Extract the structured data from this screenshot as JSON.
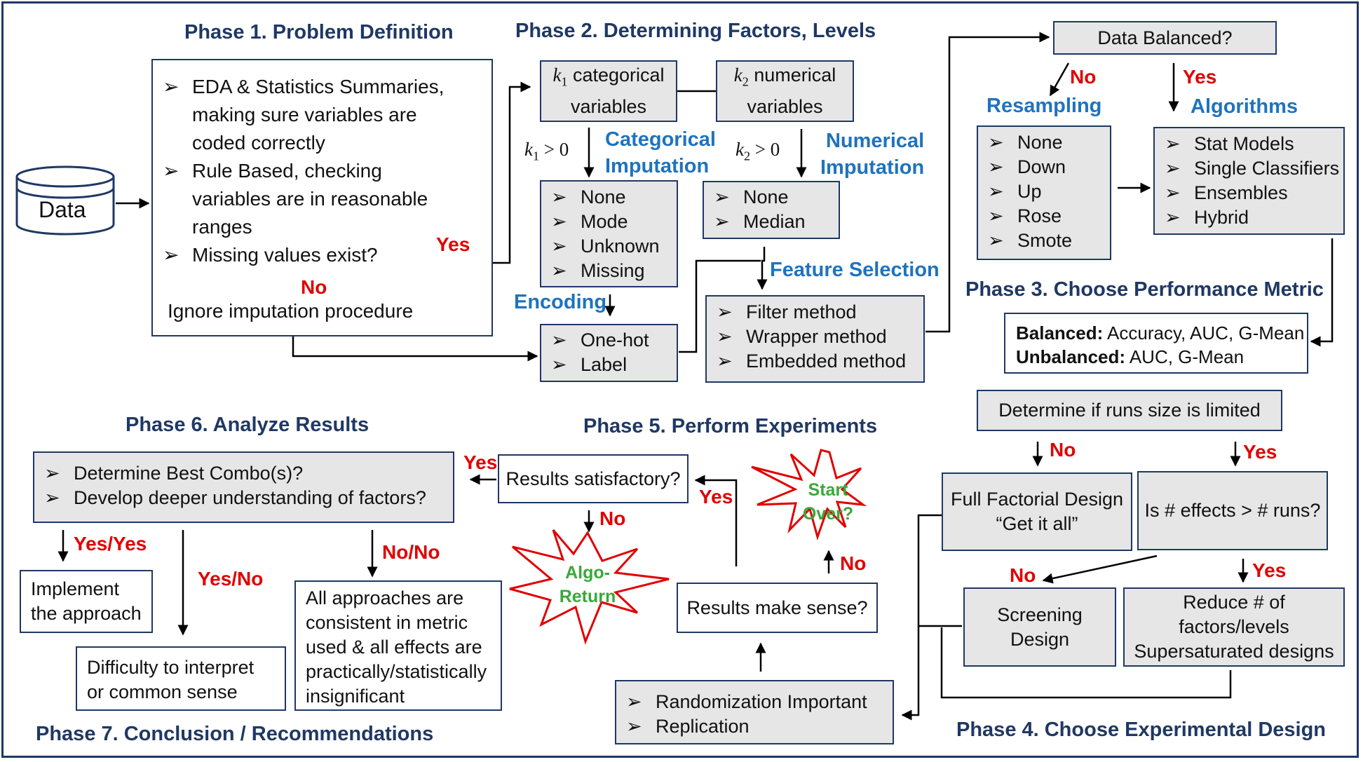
{
  "phases": {
    "p1": "Phase 1. Problem Definition",
    "p2": "Phase 2. Determining Factors, Levels",
    "p3": "Phase 3. Choose Performance Metric",
    "p4": "Phase 4. Choose Experimental Design",
    "p5": "Phase 5. Perform Experiments",
    "p6": "Phase 6. Analyze Results",
    "p7": "Phase 7. Conclusion / Recommendations"
  },
  "data_label": "Data",
  "problem": {
    "items": [
      "EDA & Statistics Summaries,",
      "making sure variables are",
      "coded correctly",
      "Rule Based, checking",
      "variables are in reasonable",
      "ranges",
      "Missing values exist?"
    ],
    "ignore": "Ignore imputation procedure"
  },
  "k1": {
    "var": "k",
    "sub": "1",
    "text": "categorical",
    "text2": "variables",
    "cond_op": "> 0"
  },
  "k2": {
    "var": "k",
    "sub": "2",
    "text": "numerical",
    "text2": "variables",
    "cond_op": "> 0"
  },
  "categorical_imputation": {
    "title1": "Categorical",
    "title2": "Imputation",
    "items": [
      "None",
      "Mode",
      "Unknown",
      "Missing"
    ]
  },
  "numerical_imputation": {
    "title1": "Numerical",
    "title2": "Imputation",
    "items": [
      "None",
      "Median"
    ]
  },
  "encoding": {
    "title": "Encoding",
    "items": [
      "One-hot",
      "Label"
    ]
  },
  "feature_selection": {
    "title": "Feature Selection",
    "items": [
      "Filter method",
      "Wrapper method",
      "Embedded method"
    ]
  },
  "data_balanced": "Data Balanced?",
  "resampling": {
    "title": "Resampling",
    "items": [
      "None",
      "Down",
      "Up",
      "Rose",
      "Smote"
    ]
  },
  "algorithms": {
    "title": "Algorithms",
    "items": [
      "Stat Models",
      "Single Classifiers",
      "Ensembles",
      "Hybrid"
    ]
  },
  "metric": {
    "balanced_label": "Balanced:",
    "balanced_value": " Accuracy, AUC, G-Mean",
    "unbalanced_label": "Unbalanced:",
    "unbalanced_value": " AUC, G-Mean"
  },
  "runs_limited": "Determine if runs size is limited",
  "full_factorial": {
    "line1": "Full Factorial Design",
    "line2": "“Get it all”"
  },
  "effects_runs": "Is # effects > # runs?",
  "screening": {
    "line1": "Screening",
    "line2": "Design"
  },
  "reduce": {
    "line1": "Reduce # of",
    "line2": "factors/levels",
    "line3": "Supersaturated designs"
  },
  "randomization": {
    "items": [
      "Randomization Important",
      "Replication"
    ]
  },
  "results_sense": "Results make sense?",
  "results_satisfactory": "Results satisfactory?",
  "start_over": {
    "line1": "Start",
    "line2": "Over?"
  },
  "algo_return": {
    "line1": "Algo-",
    "line2": "Return"
  },
  "analyze": {
    "items": [
      "Determine Best Combo(s)?",
      "Develop deeper understanding of factors?"
    ]
  },
  "implement": {
    "line1": "Implement",
    "line2": "the approach"
  },
  "difficulty": {
    "line1": "Difficulty to interpret",
    "line2": "or common sense"
  },
  "consistent": {
    "lines": [
      "All approaches are",
      "consistent in metric",
      "used & all effects are",
      "practically/statistically",
      "insignificant"
    ]
  },
  "answers": {
    "yes": "Yes",
    "no": "No",
    "yes_yes": "Yes/Yes",
    "yes_no": "Yes/No",
    "no_no": "No/No"
  },
  "colors": {
    "frame": "#1f3864",
    "box_fill": "#e6e6e6",
    "phase_title": "#1f3864",
    "section_title": "#1f73be",
    "answer": "#e00000",
    "star_text": "#3aa83a",
    "star_stroke": "#e00000"
  }
}
